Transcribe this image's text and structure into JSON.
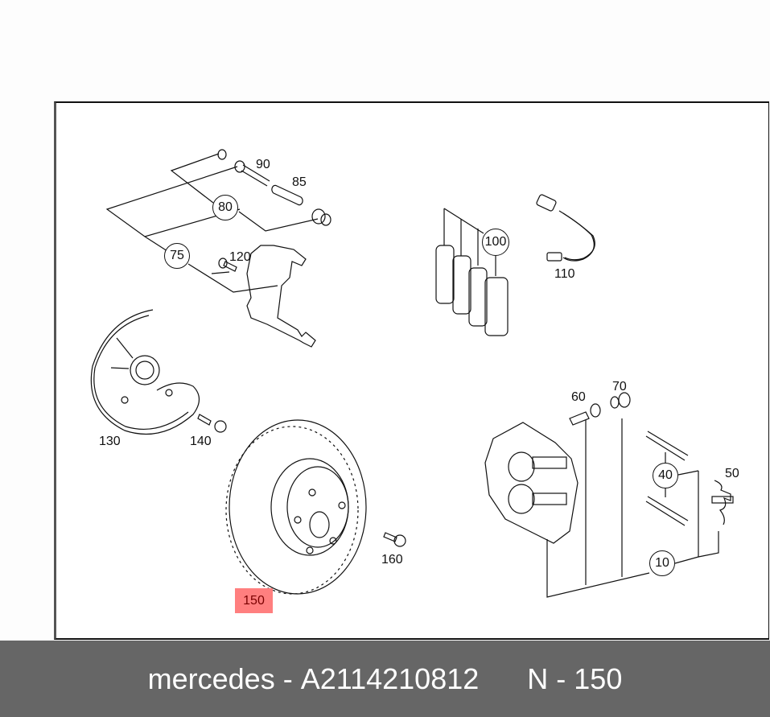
{
  "diagram": {
    "highlight_part": "150",
    "parts": [
      {
        "id": "90",
        "label": "90"
      },
      {
        "id": "85",
        "label": "85"
      },
      {
        "id": "80",
        "label": "80",
        "group": true
      },
      {
        "id": "75",
        "label": "75",
        "group": true
      },
      {
        "id": "120",
        "label": "120"
      },
      {
        "id": "100",
        "label": "100",
        "group": true
      },
      {
        "id": "110",
        "label": "110"
      },
      {
        "id": "130",
        "label": "130"
      },
      {
        "id": "140",
        "label": "140"
      },
      {
        "id": "60",
        "label": "60"
      },
      {
        "id": "70",
        "label": "70"
      },
      {
        "id": "40",
        "label": "40",
        "group": true
      },
      {
        "id": "50",
        "label": "50"
      },
      {
        "id": "10",
        "label": "10",
        "group": true
      },
      {
        "id": "160",
        "label": "160"
      },
      {
        "id": "150",
        "label": "150"
      }
    ]
  },
  "footer": {
    "brand": "mercedes",
    "separator": " - ",
    "part_number": "A2114210812",
    "position_label": "N - 150",
    "highlight_color": "#ff7f7f",
    "background_color": "#666666"
  }
}
